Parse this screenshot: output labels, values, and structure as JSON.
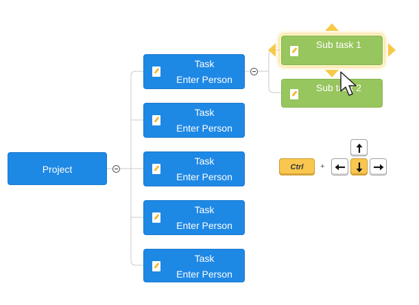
{
  "mindmap": {
    "root": {
      "label": "Project"
    },
    "tasks": [
      {
        "title": "Task",
        "person": "Enter Person"
      },
      {
        "title": "Task",
        "person": "Enter Person"
      },
      {
        "title": "Task",
        "person": "Enter Person"
      },
      {
        "title": "Task",
        "person": "Enter Person"
      },
      {
        "title": "Task",
        "person": "Enter Person"
      }
    ],
    "subtasks": [
      {
        "label": "Sub task 1",
        "selected": true
      },
      {
        "label": "Sub task 2",
        "selected": false
      }
    ]
  },
  "shortcut": {
    "modifier_key": "Ctrl",
    "plus": "+",
    "arrow_keys": [
      "up-arrow-icon",
      "left-arrow-icon",
      "down-arrow-icon",
      "right-arrow-icon"
    ],
    "highlighted_key": "down-arrow-icon"
  },
  "colors": {
    "task_node": "#1e88e5",
    "subtask_node": "#97c55e",
    "highlight": "#f7c948",
    "connector": "#c8c8c8"
  }
}
